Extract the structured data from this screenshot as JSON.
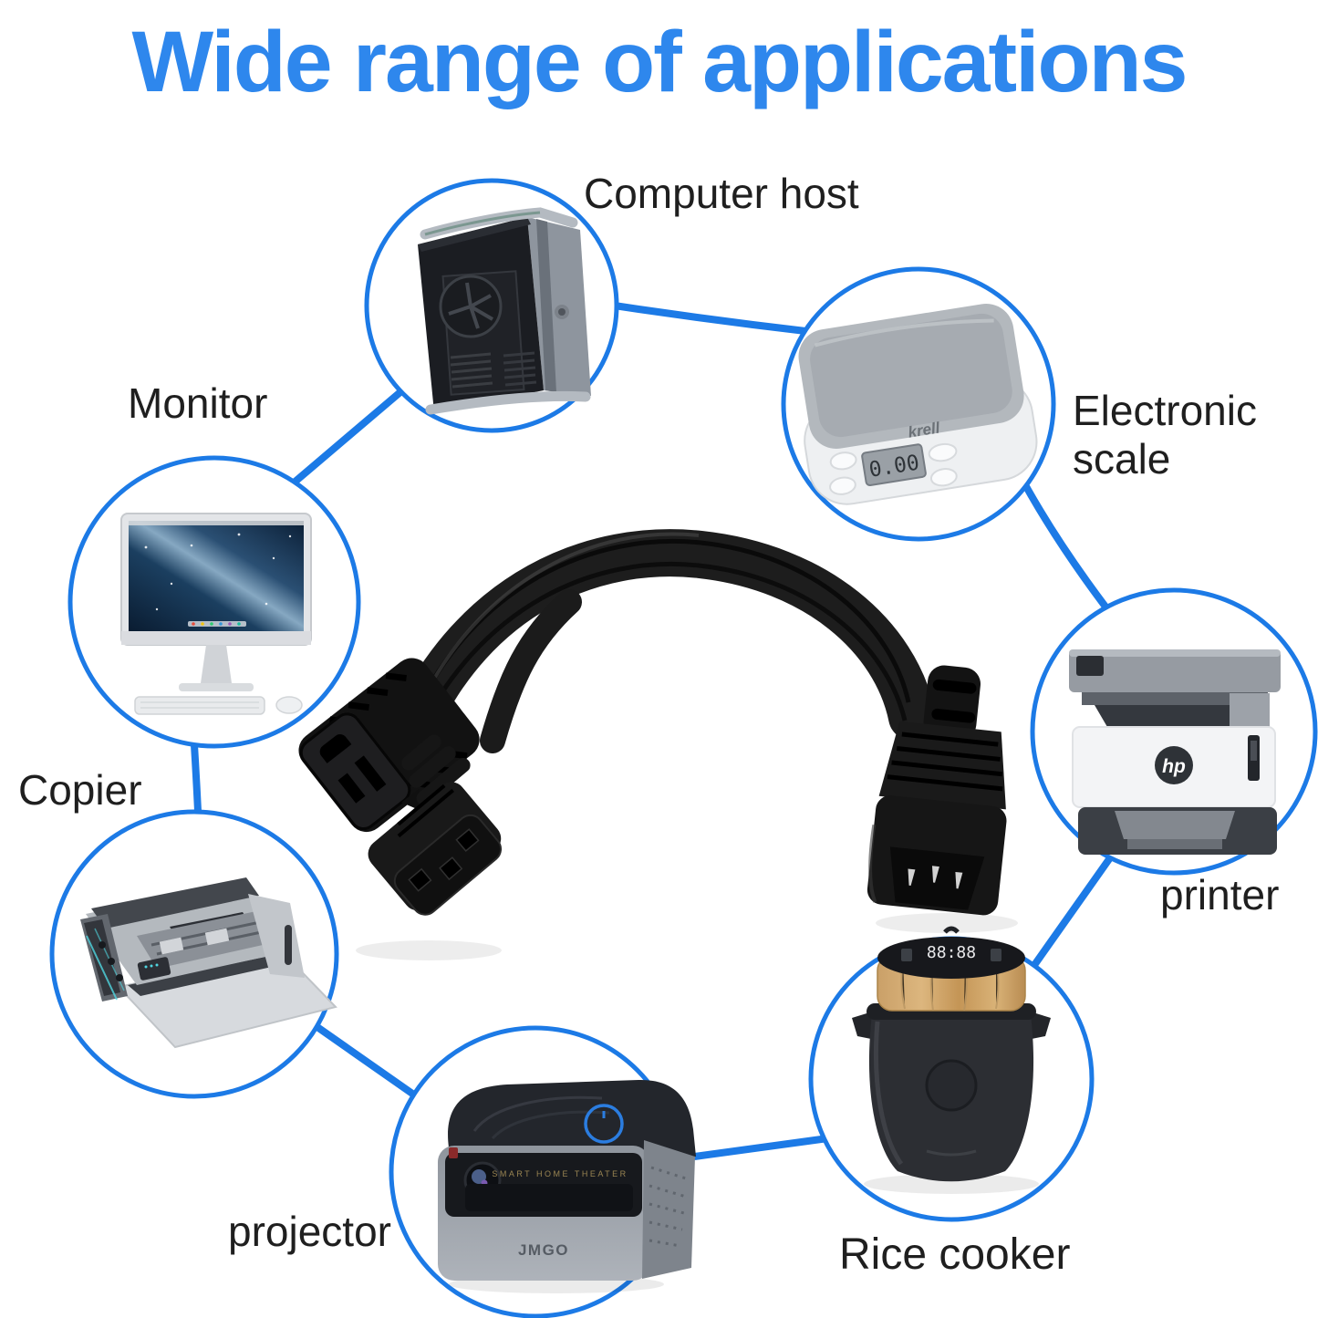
{
  "title": {
    "text": "Wide range of applications"
  },
  "colors": {
    "accent_line": "#1c7ae6",
    "title_blue": "#2e87ed",
    "label_text": "#1f1f1f"
  },
  "items": [
    {
      "id": "computer-host",
      "label": "Computer host"
    },
    {
      "id": "electronic-scale",
      "label_line1": "Electronic",
      "label_line2": "scale",
      "brand": "krell",
      "display": "0.00"
    },
    {
      "id": "monitor",
      "label": "Monitor"
    },
    {
      "id": "printer",
      "label": "printer",
      "brand": "hp"
    },
    {
      "id": "copier",
      "label": "Copier"
    },
    {
      "id": "projector",
      "label": "projector",
      "brand": "JMGO",
      "tagline": "SMART HOME THEATER"
    },
    {
      "id": "rice-cooker",
      "label": "Rice cooker",
      "display": "88:88"
    }
  ]
}
